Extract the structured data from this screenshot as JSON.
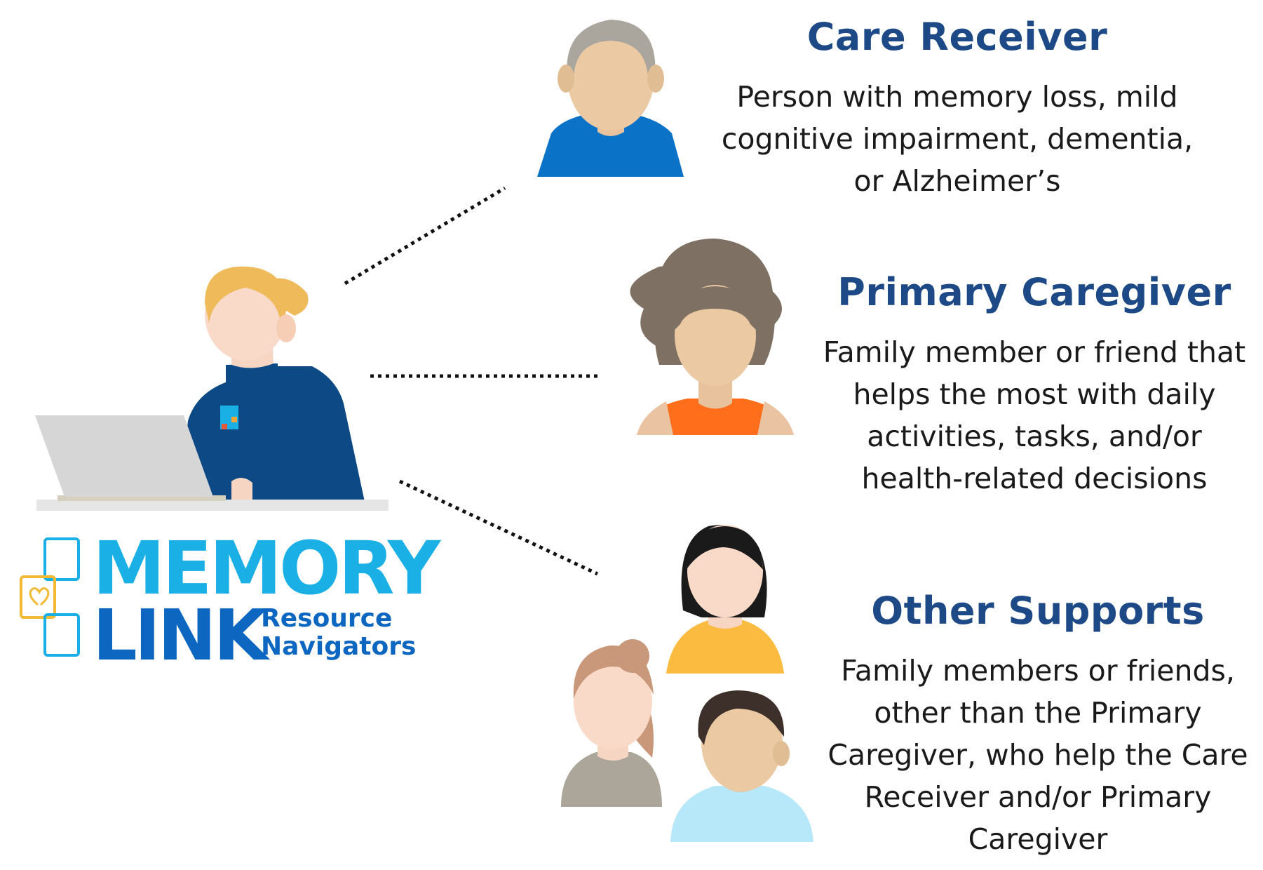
{
  "roles": [
    {
      "title": "Care Receiver",
      "description_lines": [
        "Person with memory loss, mild",
        "cognitive impairment, dementia,",
        "or Alzheimer’s"
      ]
    },
    {
      "title": "Primary Caregiver",
      "description_lines": [
        "Family member or friend that",
        "helps the most with daily",
        "activities, tasks, and/or",
        "health-related decisions"
      ]
    },
    {
      "title": "Other Supports",
      "description_lines": [
        "Family members or friends,",
        "other than the Primary",
        "Caregiver, who help the Care",
        "Receiver and/or Primary",
        "Caregiver"
      ]
    }
  ],
  "logo": {
    "word1": "MEMORY",
    "word2": "LINK",
    "tag1": "Resource",
    "tag2": "Navigators"
  },
  "colors": {
    "heading": "#1d4a86",
    "logo_light_blue": "#1ab0e6",
    "logo_dark_blue": "#0d67c0",
    "navigator_jacket": "#0d4a85",
    "connector": "#111111"
  },
  "icons": [
    "navigator-person-icon",
    "laptop-icon",
    "care-receiver-avatar-icon",
    "primary-caregiver-avatar-icon",
    "support-woman-black-hair-icon",
    "support-woman-ponytail-icon",
    "support-man-icon",
    "memory-link-logo-icon",
    "heart-icon"
  ]
}
